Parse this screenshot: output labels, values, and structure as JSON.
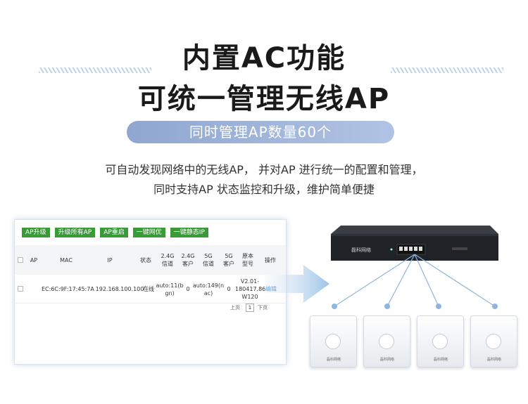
{
  "heading": {
    "line1": "内置AC功能",
    "line2": "可统一管理无线AP",
    "pill": "同时管理AP数量60个"
  },
  "description": {
    "line1": "可自动发现网络中的无线AP， 并对AP 进行统一的配置和管理，",
    "line2": "同时支持AP 状态监控和升级，维护简单便捷"
  },
  "toolbar": {
    "buttons": [
      "AP升级",
      "升级所有AP",
      "AP重启",
      "一键网优",
      "一键静态IP"
    ]
  },
  "table": {
    "columns": [
      "AP",
      "MAC",
      "IP",
      "状态",
      "2.4G\n信道",
      "2.4G\n客户",
      "5G\n信道",
      "5G\n客户",
      "原本\n型号",
      "操作"
    ],
    "rows": [
      {
        "ap": "",
        "mac": "EC:6C:9F:17:45:7A",
        "ip": "192.168.100.100",
        "status": "在线",
        "ch24": "auto:11(b\ngn)",
        "clients24": "0",
        "ch5": "auto:149(n\nac)",
        "clients5": "0",
        "model": "V2.01-\n180417.86\nW120",
        "action": "编辑"
      }
    ]
  },
  "pager": {
    "prev": "上页",
    "page": "1",
    "next": "下页"
  },
  "device": {
    "brand": "磊科网络"
  },
  "ap_units": [
    {
      "logo": "磊科网络"
    },
    {
      "logo": "磊科网络"
    },
    {
      "logo": "磊科网络"
    },
    {
      "logo": "磊科网络"
    }
  ],
  "colors": {
    "green_button": "#3a9a3a",
    "pill": "#8fa6cf",
    "arrow": "#a9cbe9",
    "link": "#3b8fd6"
  }
}
